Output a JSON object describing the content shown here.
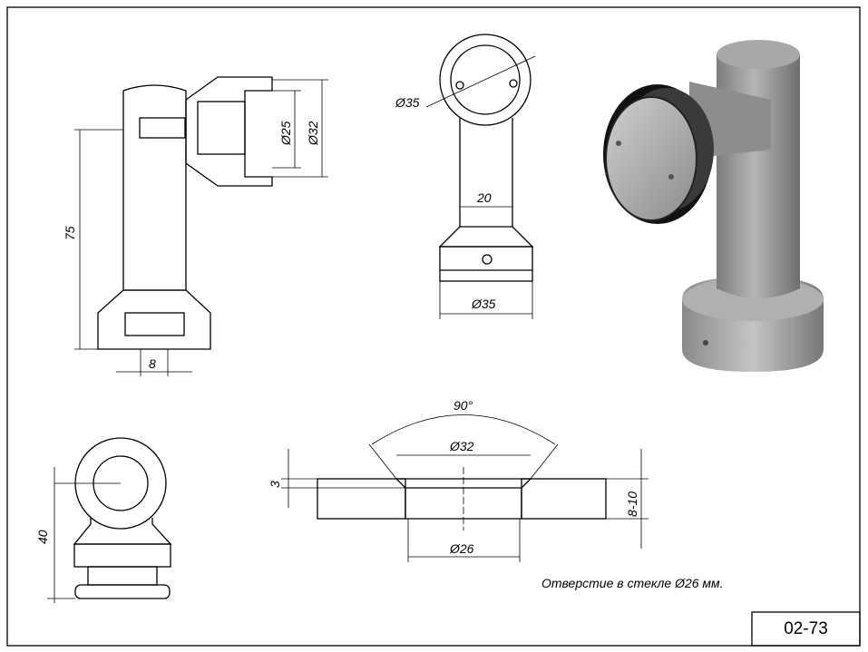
{
  "drawing_code": "02-73",
  "caption": "Отверстие в стекле Ø26 мм.",
  "section_view": {
    "height": "75",
    "offset": "8",
    "inner_diameter": "Ø25",
    "outer_diameter": "Ø32"
  },
  "front_view": {
    "head_diameter": "Ø35",
    "stem_width": "20",
    "base_diameter": "Ø35"
  },
  "side_view": {
    "height": "40"
  },
  "glass_detail": {
    "angle": "90°",
    "countersink_diameter": "Ø32",
    "countersink_depth": "3",
    "glass_thickness": "8-10",
    "hole_diameter": "Ø26"
  },
  "colors": {
    "glass": "#c6f2f2",
    "render_body": "#9a9a9a"
  }
}
